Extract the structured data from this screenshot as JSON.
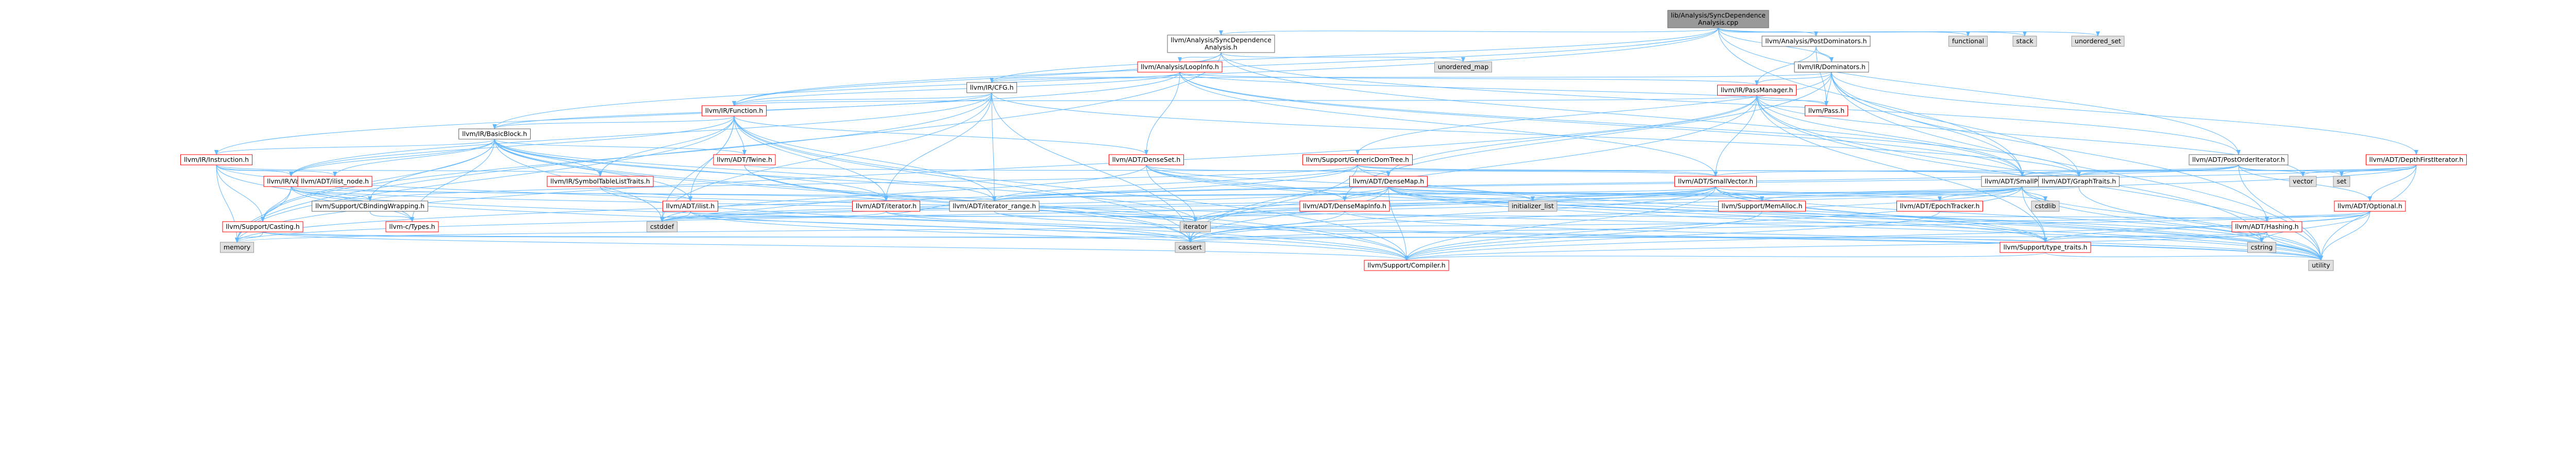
{
  "colors": {
    "edge": "#63b8ff",
    "root_fill": "#999999",
    "root_stroke": "#666666",
    "node_fill": "#ffffff",
    "node_stroke": "#666666",
    "red_stroke": "#ff0000",
    "system_fill": "#e0e0e0",
    "system_stroke": "#999999",
    "text_red": "#aa0000",
    "text": "#000000"
  },
  "nodes": [
    {
      "id": "root",
      "lines": [
        "lib/Analysis/SyncDependence",
        "Analysis.cpp"
      ],
      "kind": "root"
    },
    {
      "id": "functional",
      "lines": [
        "functional"
      ],
      "kind": "system"
    },
    {
      "id": "stack",
      "lines": [
        "stack"
      ],
      "kind": "system"
    },
    {
      "id": "unordered_set",
      "lines": [
        "unordered_set"
      ],
      "kind": "system"
    },
    {
      "id": "sda",
      "lines": [
        "llvm/Analysis/SyncDependence",
        "Analysis.h"
      ],
      "kind": "plain"
    },
    {
      "id": "postdom",
      "lines": [
        "llvm/Analysis/PostDominators.h"
      ],
      "kind": "plain"
    },
    {
      "id": "unordered_map",
      "lines": [
        "unordered_map"
      ],
      "kind": "system"
    },
    {
      "id": "loopinfo",
      "lines": [
        "llvm/Analysis/LoopInfo.h"
      ],
      "kind": "red"
    },
    {
      "id": "dominators",
      "lines": [
        "llvm/IR/Dominators.h"
      ],
      "kind": "plain"
    },
    {
      "id": "cfg",
      "lines": [
        "llvm/IR/CFG.h"
      ],
      "kind": "plain"
    },
    {
      "id": "passmanager",
      "lines": [
        "llvm/IR/PassManager.h"
      ],
      "kind": "red"
    },
    {
      "id": "function",
      "lines": [
        "llvm/IR/Function.h"
      ],
      "kind": "red"
    },
    {
      "id": "pass",
      "lines": [
        "llvm/Pass.h"
      ],
      "kind": "red"
    },
    {
      "id": "basicblock",
      "lines": [
        "llvm/IR/BasicBlock.h"
      ],
      "kind": "plain"
    },
    {
      "id": "gdt",
      "lines": [
        "llvm/Support/GenericDomTree.h"
      ],
      "kind": "red"
    },
    {
      "id": "densesetx",
      "lines": [
        "llvm/ADT/DenseSet.h"
      ],
      "kind": "red"
    },
    {
      "id": "poiter",
      "lines": [
        "llvm/ADT/PostOrderIterator.h"
      ],
      "kind": "plain"
    },
    {
      "id": "dfiter",
      "lines": [
        "llvm/ADT/DepthFirstIterator.h"
      ],
      "kind": "red"
    },
    {
      "id": "instruction",
      "lines": [
        "llvm/IR/Instruction.h"
      ],
      "kind": "red"
    },
    {
      "id": "twine",
      "lines": [
        "llvm/ADT/Twine.h"
      ],
      "kind": "red"
    },
    {
      "id": "densemap",
      "lines": [
        "llvm/ADT/DenseMap.h"
      ],
      "kind": "red"
    },
    {
      "id": "smallvector",
      "lines": [
        "llvm/ADT/SmallVector.h"
      ],
      "kind": "red"
    },
    {
      "id": "smallptrset",
      "lines": [
        "llvm/ADT/SmallPtrSet.h"
      ],
      "kind": "plain"
    },
    {
      "id": "vector",
      "lines": [
        "vector"
      ],
      "kind": "system"
    },
    {
      "id": "set",
      "lines": [
        "set"
      ],
      "kind": "system"
    },
    {
      "id": "graphtraits",
      "lines": [
        "llvm/ADT/GraphTraits.h"
      ],
      "kind": "plain"
    },
    {
      "id": "value",
      "lines": [
        "llvm/IR/Value.h"
      ],
      "kind": "red"
    },
    {
      "id": "ilistnode",
      "lines": [
        "llvm/ADT/ilist_node.h"
      ],
      "kind": "red"
    },
    {
      "id": "symtab",
      "lines": [
        "llvm/IR/SymbolTableListTraits.h"
      ],
      "kind": "red"
    },
    {
      "id": "ilist",
      "lines": [
        "llvm/ADT/ilist.h"
      ],
      "kind": "red"
    },
    {
      "id": "iterator",
      "lines": [
        "llvm/ADT/iterator.h"
      ],
      "kind": "red"
    },
    {
      "id": "cbwrap",
      "lines": [
        "llvm/Support/CBindingWrapping.h"
      ],
      "kind": "plain"
    },
    {
      "id": "iterrange",
      "lines": [
        "llvm/ADT/iterator_range.h"
      ],
      "kind": "plain"
    },
    {
      "id": "densemapinfo",
      "lines": [
        "llvm/ADT/DenseMapInfo.h"
      ],
      "kind": "red"
    },
    {
      "id": "initlist",
      "lines": [
        "initializer_list"
      ],
      "kind": "system"
    },
    {
      "id": "memiter",
      "lines": [
        "llvm/Support/MemAlloc.h"
      ],
      "kind": "red"
    },
    {
      "id": "epoch",
      "lines": [
        "llvm/ADT/EpochTracker.h"
      ],
      "kind": "red"
    },
    {
      "id": "cstdlib",
      "lines": [
        "cstdlib"
      ],
      "kind": "system"
    },
    {
      "id": "optional",
      "lines": [
        "llvm/ADT/Optional.h"
      ],
      "kind": "red"
    },
    {
      "id": "casting",
      "lines": [
        "llvm/Support/Casting.h"
      ],
      "kind": "red"
    },
    {
      "id": "types",
      "lines": [
        "llvm-c/Types.h"
      ],
      "kind": "red"
    },
    {
      "id": "cstddef",
      "lines": [
        "cstddef"
      ],
      "kind": "system"
    },
    {
      "id": "iteratorh",
      "lines": [
        "iterator"
      ],
      "kind": "system"
    },
    {
      "id": "hashing",
      "lines": [
        "llvm/ADT/Hashing.h"
      ],
      "kind": "red"
    },
    {
      "id": "memory",
      "lines": [
        "memory"
      ],
      "kind": "system"
    },
    {
      "id": "cassert",
      "lines": [
        "cassert"
      ],
      "kind": "system"
    },
    {
      "id": "typetraits",
      "lines": [
        "llvm/Support/type_traits.h"
      ],
      "kind": "red"
    },
    {
      "id": "cstring",
      "lines": [
        "cstring"
      ],
      "kind": "system"
    },
    {
      "id": "compiler",
      "lines": [
        "llvm/Support/Compiler.h"
      ],
      "kind": "red"
    },
    {
      "id": "utility",
      "lines": [
        "utility"
      ],
      "kind": "system"
    }
  ]
}
